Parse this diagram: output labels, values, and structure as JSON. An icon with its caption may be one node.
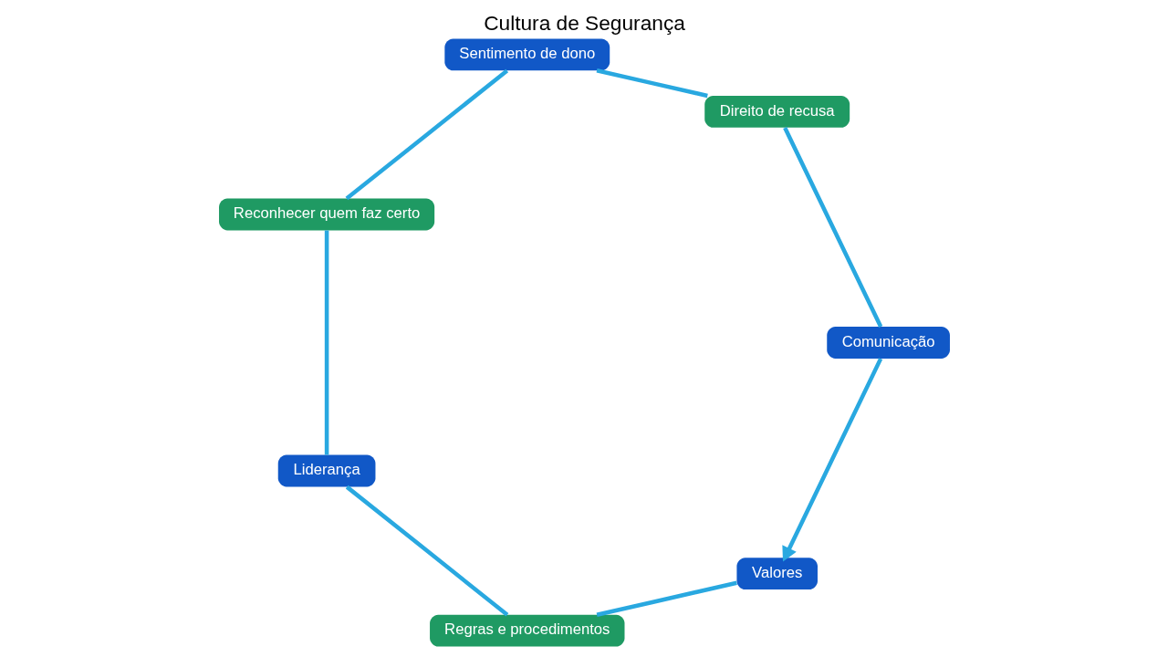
{
  "diagram": {
    "title": "Cultura de Segurança",
    "nodes": [
      {
        "text": [
          "Valores"
        ]
      },
      {
        "text": [
          "Regras e procedimentos"
        ]
      },
      {
        "text": [
          "Comunicação"
        ]
      },
      {
        "text": [
          "Direito de recusa"
        ]
      },
      {
        "text": [
          "Liderança"
        ]
      },
      {
        "text": [
          "Sentimento de dono"
        ]
      },
      {
        "text": [
          "Reconhecer quem faz certo"
        ]
      }
    ],
    "edges": [
      {
        "from": 0,
        "to": 1,
        "arrow": "none"
      },
      {
        "from": 1,
        "to": 4,
        "arrow": "none"
      },
      {
        "from": 4,
        "to": 6,
        "arrow": "none"
      },
      {
        "from": 6,
        "to": 5,
        "arrow": "none"
      },
      {
        "from": 5,
        "to": 3,
        "arrow": "none"
      },
      {
        "from": 3,
        "to": 2,
        "arrow": "none"
      },
      {
        "from": 2,
        "to": 0,
        "arrow": "to"
      }
    ]
  }
}
